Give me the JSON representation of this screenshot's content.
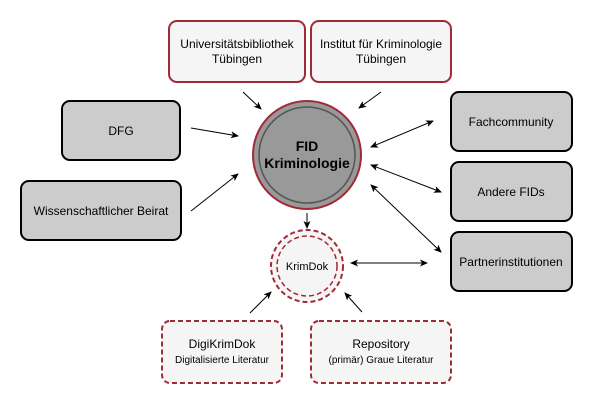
{
  "nodes": {
    "ub": {
      "line1": "Universitätsbibliothek",
      "line2": "Tübingen"
    },
    "ifk": {
      "line1": "Institut für Kriminologie",
      "line2": "Tübingen"
    },
    "dfg": {
      "label": "DFG"
    },
    "beirat": {
      "label": "Wissenschaftlicher Beirat"
    },
    "fid": {
      "line1": "FID",
      "line2": "Kriminologie"
    },
    "krimdok": {
      "label": "KrimDok"
    },
    "fachcommunity": {
      "label": "Fachcommunity"
    },
    "andere_fids": {
      "label": "Andere FIDs"
    },
    "partner": {
      "label": "Partnerinstitutionen"
    },
    "digikrimdok": {
      "title": "DigiKrimDok",
      "subtitle": "Digitalisierte Literatur"
    },
    "repository": {
      "title": "Repository",
      "subtitle": "(primär) Graue Literatur"
    }
  },
  "colors": {
    "dark_red": "#a02b36",
    "gray_fill": "#cccccc",
    "circle_fill": "#999999",
    "light_fill": "#f5f5f5",
    "stroke": "#000000"
  }
}
